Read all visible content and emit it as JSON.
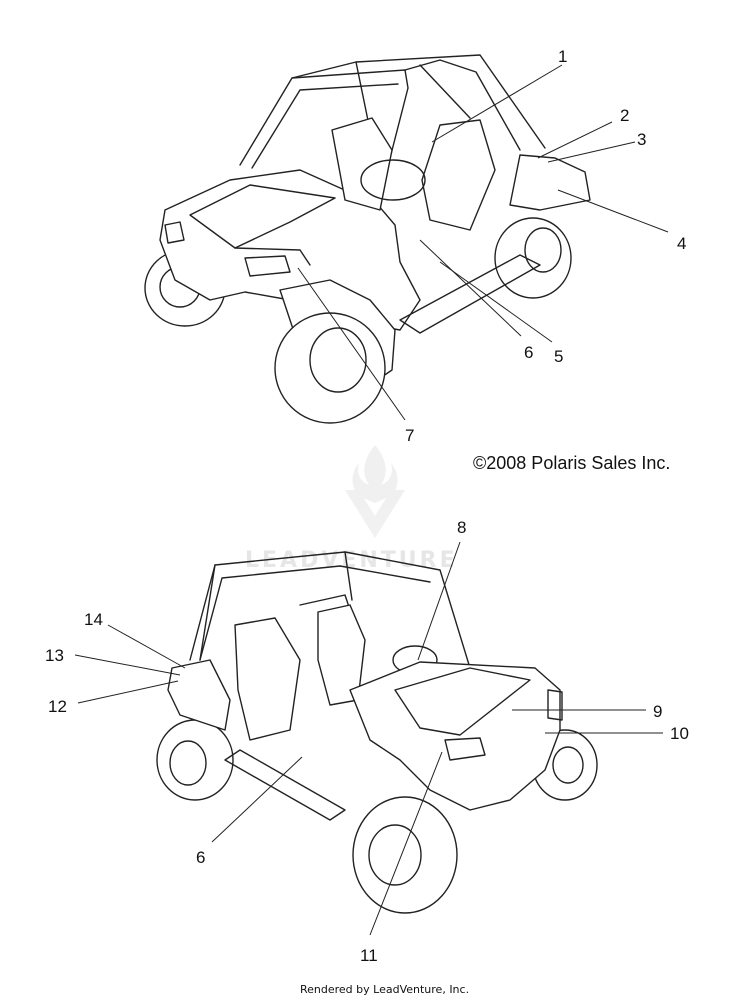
{
  "diagram": {
    "top_callouts": [
      "1",
      "2",
      "3",
      "4",
      "5",
      "6",
      "7"
    ],
    "bottom_callouts": [
      "8",
      "9",
      "10",
      "11",
      "12",
      "13",
      "14",
      "6"
    ],
    "copyright": "©2008 Polaris Sales Inc.",
    "watermark": "LEADVENTURE",
    "footer": "Rendered by LeadVenture, Inc."
  }
}
